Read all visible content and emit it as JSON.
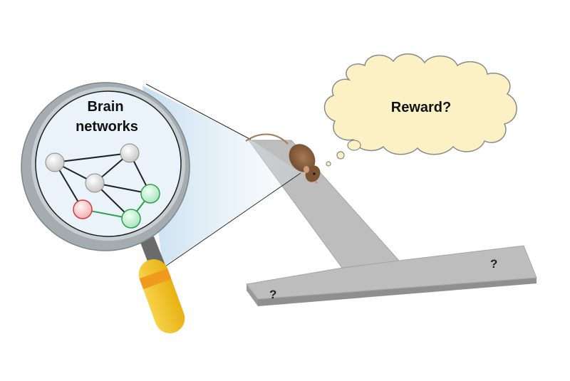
{
  "magnifier": {
    "label_line1": "Brain",
    "label_line2": "networks",
    "network_nodes": [
      {
        "id": "n1",
        "color": "gray"
      },
      {
        "id": "n2",
        "color": "gray"
      },
      {
        "id": "n3",
        "color": "gray"
      },
      {
        "id": "n4",
        "color": "green"
      },
      {
        "id": "n5",
        "color": "red"
      },
      {
        "id": "n6",
        "color": "green"
      }
    ]
  },
  "thought_bubble": {
    "text": "Reward?"
  },
  "maze": {
    "type": "T-maze",
    "left_arm_label": "?",
    "right_arm_label": "?"
  },
  "colors": {
    "lens_rim": "#a4acb0",
    "lens_fill": "#e9f3f9",
    "handle": "#f3c21c",
    "handle_band": "#f09a1e",
    "cloud_fill": "#fbf1c4",
    "cloud_stroke": "#8a8a8a",
    "maze_top": "#bdbdbd",
    "maze_side": "#8f8f8f",
    "node_gray": "#e6e6e6",
    "node_green": "#c9f2d6",
    "node_red": "#f9c9c9",
    "edge_green": "#2fa04e"
  }
}
